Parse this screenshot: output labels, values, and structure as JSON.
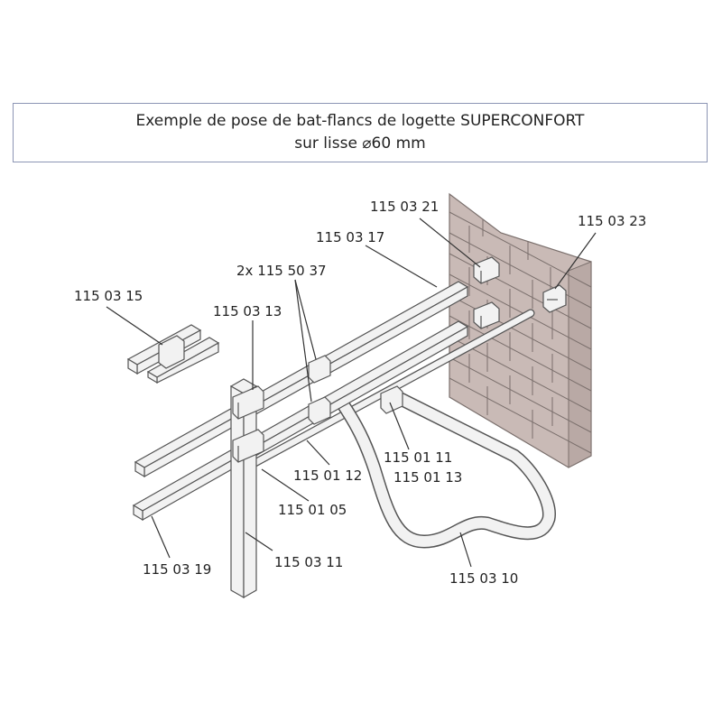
{
  "title": {
    "line1": "Exemple de pose de bat-flancs de logette SUPERCONFORT",
    "line2": "sur lisse ⌀60 mm"
  },
  "parts": {
    "p1": "115 03 21",
    "p2": "115 03 23",
    "p3": "115 03 17",
    "p4": "2x 115 50 37",
    "p5": "115 03 15",
    "p6": "115 03 13",
    "p7": "115 01 11",
    "p8": "115 01 13",
    "p9": "115 01 12",
    "p10": "115 01 05",
    "p11": "115 03 19",
    "p12": "115 03 11",
    "p13": "115 03 10"
  },
  "colors": {
    "metal_fill": "#f2f2f2",
    "metal_stroke": "#555555",
    "brick": "#c9bab6",
    "brick_mortar": "#7a6f6c",
    "title_border": "#8c95b4"
  }
}
